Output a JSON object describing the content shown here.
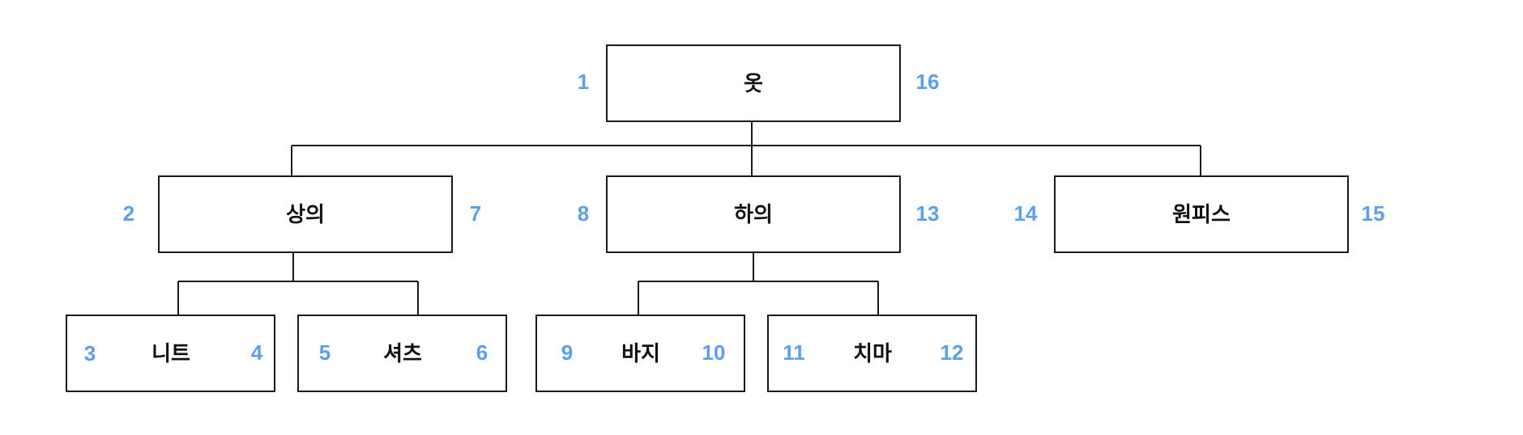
{
  "colors": {
    "box_stroke": "#1a1a1a",
    "text": "#111111",
    "number": "#5aa0ea",
    "background": "#ffffff"
  },
  "tree": {
    "nodes": [
      {
        "id": "root",
        "label": "옷",
        "left": "1",
        "right": "16"
      },
      {
        "id": "top",
        "label": "상의",
        "left": "2",
        "right": "7"
      },
      {
        "id": "bottom",
        "label": "하의",
        "left": "8",
        "right": "13"
      },
      {
        "id": "dress",
        "label": "원피스",
        "left": "14",
        "right": "15"
      },
      {
        "id": "knit",
        "label": "니트",
        "left": "3",
        "right": "4"
      },
      {
        "id": "shirt",
        "label": "셔츠",
        "left": "5",
        "right": "6"
      },
      {
        "id": "pants",
        "label": "바지",
        "left": "9",
        "right": "10"
      },
      {
        "id": "skirt",
        "label": "치마",
        "left": "11",
        "right": "12"
      }
    ]
  }
}
